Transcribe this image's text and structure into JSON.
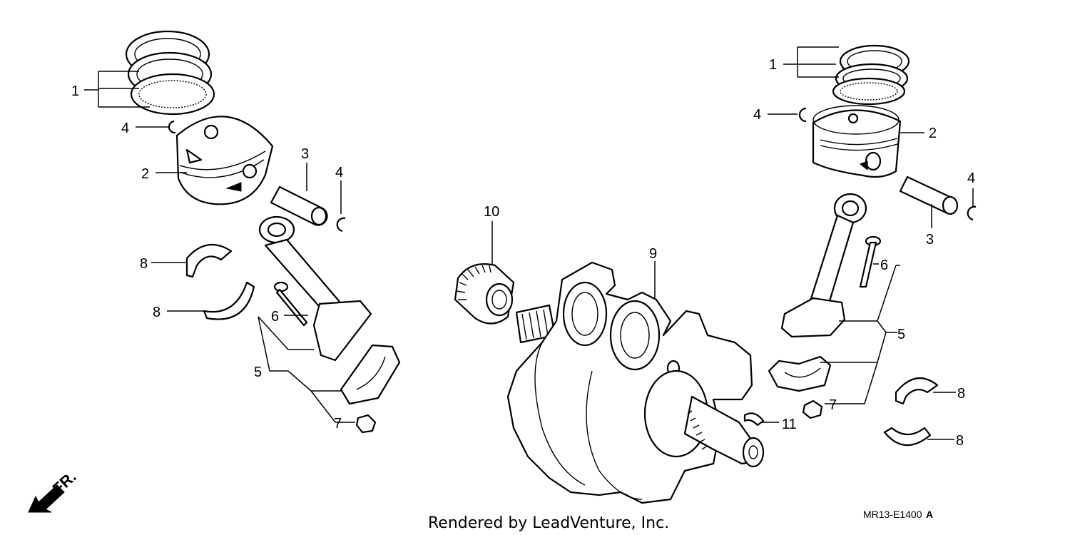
{
  "callouts": {
    "left": {
      "piston_rings": "1",
      "piston": "2",
      "piston_pin": "3",
      "pin_clip_upper": "4",
      "pin_clip_lower": "4",
      "connecting_rod": "5",
      "rod_bolt": "6",
      "rod_nut": "7",
      "bearing_upper": "8",
      "bearing_lower": "8"
    },
    "right": {
      "piston_rings": "1",
      "piston": "2",
      "piston_pin": "3",
      "pin_clip_upper": "4",
      "pin_clip_lower": "4",
      "connecting_rod": "5",
      "rod_bolt": "6",
      "rod_nut": "7",
      "bearing_upper": "8",
      "bearing_lower": "8"
    },
    "center": {
      "crankshaft": "9",
      "gear": "10",
      "key": "11"
    }
  },
  "direction_label": "FR.",
  "footer": {
    "rendered_by": "Rendered by LeadVenture, Inc.",
    "diagram_code": "MR13-E1400",
    "diagram_suffix": "A"
  }
}
